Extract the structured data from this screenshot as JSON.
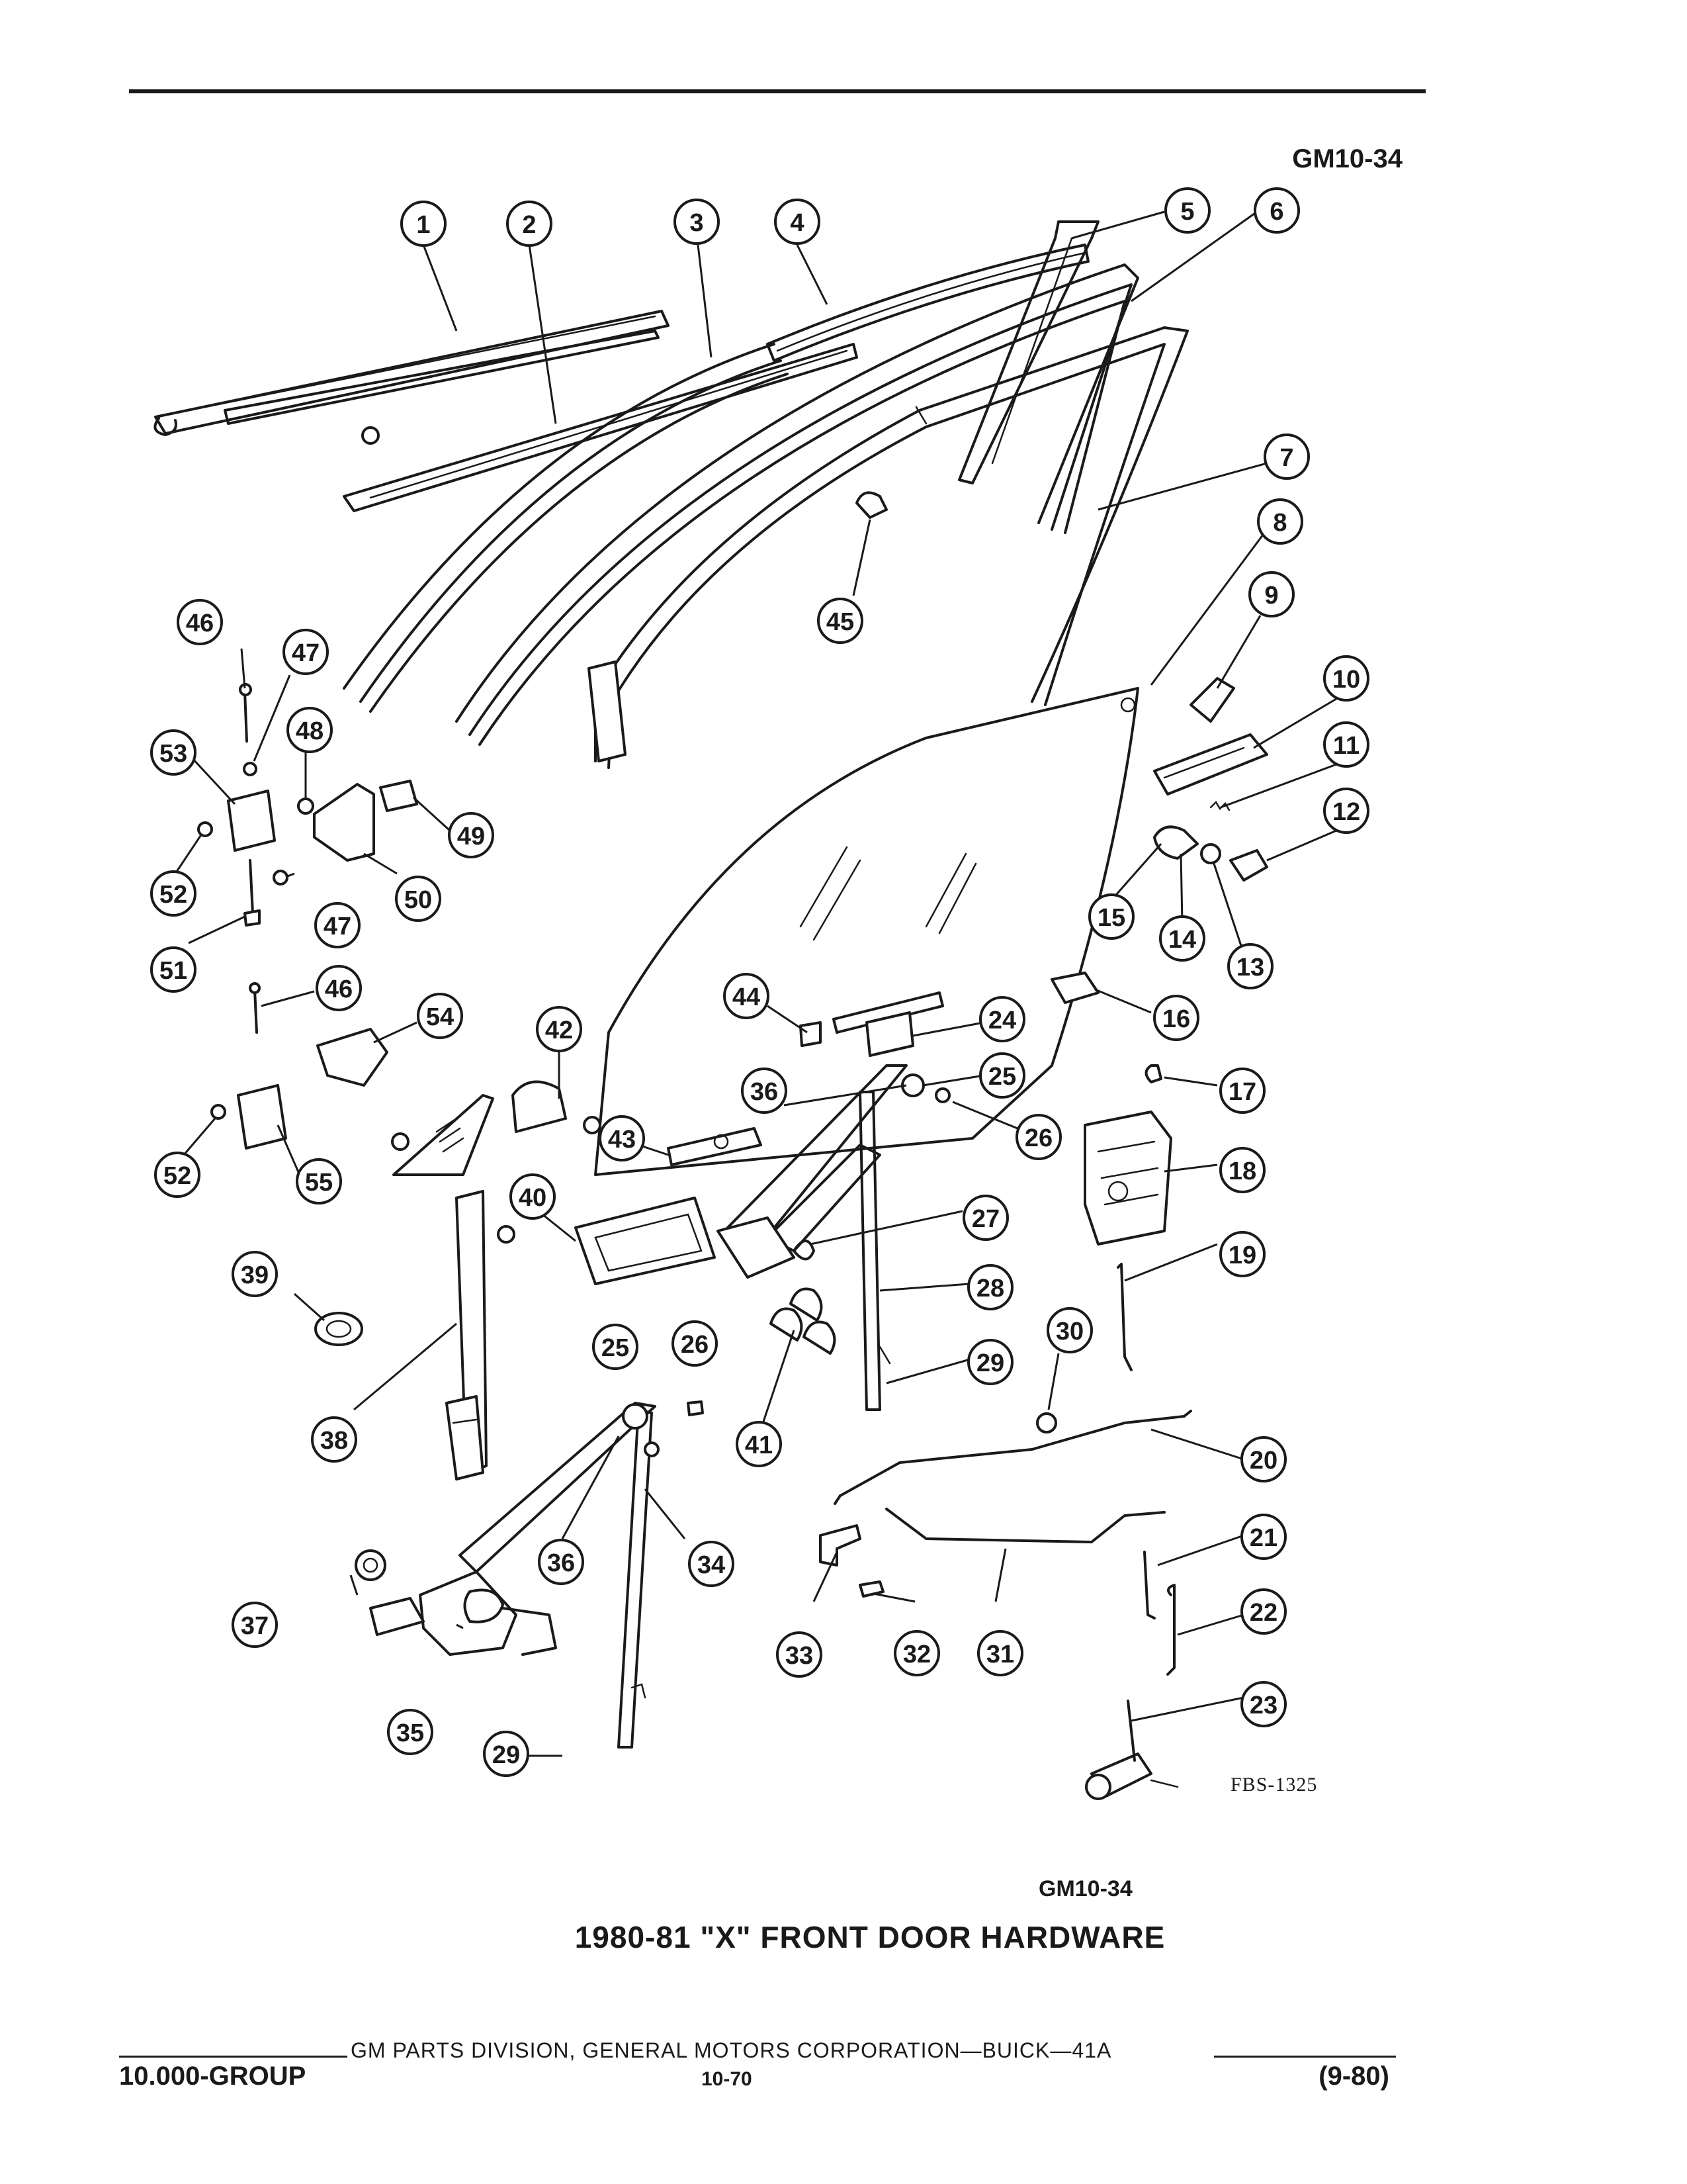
{
  "header": {
    "figure_code": "GM10-34"
  },
  "diagram": {
    "drawing_code": "FBS-1325",
    "figure_code": "GM10-34",
    "title": "1980-81 \"X\" FRONT DOOR HARDWARE",
    "callouts": [
      "1",
      "2",
      "3",
      "4",
      "5",
      "6",
      "7",
      "8",
      "9",
      "10",
      "11",
      "12",
      "13",
      "14",
      "15",
      "16",
      "17",
      "18",
      "19",
      "20",
      "21",
      "22",
      "23",
      "24",
      "25",
      "26",
      "27",
      "28",
      "29",
      "30",
      "31",
      "32",
      "33",
      "34",
      "35",
      "36",
      "37",
      "38",
      "39",
      "40",
      "41",
      "42",
      "43",
      "44",
      "45",
      "46",
      "47",
      "48",
      "49",
      "50",
      "51",
      "52",
      "53",
      "54",
      "55"
    ]
  },
  "footer": {
    "division": "GM PARTS DIVISION, GENERAL MOTORS CORPORATION—BUICK—41A",
    "group": "10.000-GROUP",
    "page": "10-70",
    "date": "(9-80)"
  }
}
